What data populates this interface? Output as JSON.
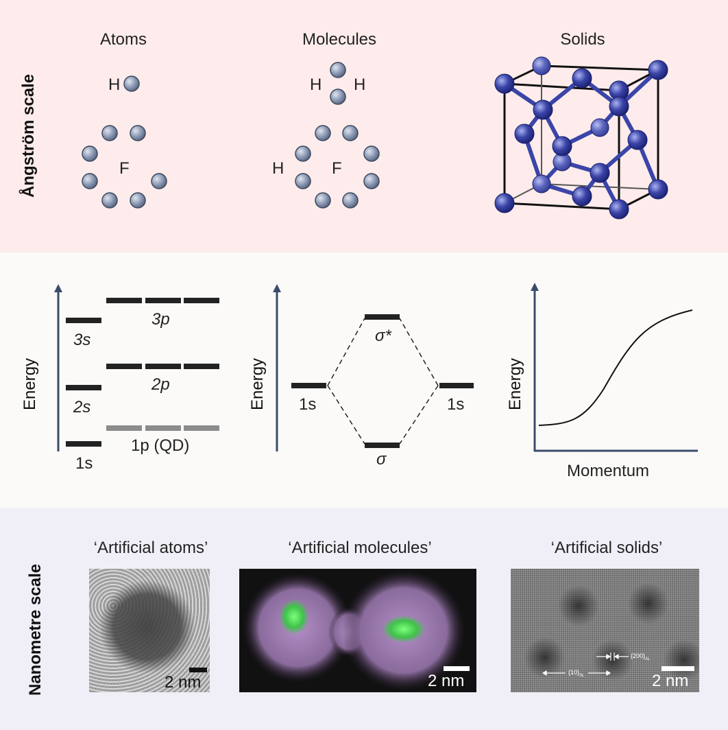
{
  "sections": {
    "angstrom_label": "Ångström scale",
    "nanometre_label": "Nanometre scale"
  },
  "top": {
    "atoms_title": "Atoms",
    "molecules_title": "Molecules",
    "solids_title": "Solids",
    "atom_h": "H",
    "atom_f": "F",
    "mol_h_left": "H",
    "mol_h_right": "H",
    "mol_h_f": "H",
    "mol_f": "F"
  },
  "middle": {
    "energy_label_1": "Energy",
    "energy_label_2": "Energy",
    "energy_label_3": "Energy",
    "level_3s": "3s",
    "level_2s": "2s",
    "level_1s": "1s",
    "level_3p": "3p",
    "level_2p": "2p",
    "level_1p_qd": "1p (QD)",
    "mo_sigma_star": "σ*",
    "mo_sigma": "σ",
    "mo_1s_left": "1s",
    "mo_1s_right": "1s",
    "momentum_label": "Momentum"
  },
  "bottom": {
    "art_atoms_title": "‘Artificial atoms’",
    "art_molecules_title": "‘Artificial molecules’",
    "art_solids_title": "‘Artificial solids’",
    "scale_1": "2 nm",
    "scale_2": "2 nm",
    "scale_3": "2 nm",
    "inset_200": "{200}",
    "inset_200_sub": "AL",
    "inset_10": "{10}",
    "inset_10_sub": "SL"
  },
  "colors": {
    "top_bg": "#fdeceb",
    "mid_bg": "#fbfaf8",
    "bot_bg": "#f0eff8",
    "axis": "#3b4b6b",
    "atom_fill": "#8e9bb6",
    "crystal": "#3b45a8",
    "qd_level": "#8c8c8c"
  }
}
